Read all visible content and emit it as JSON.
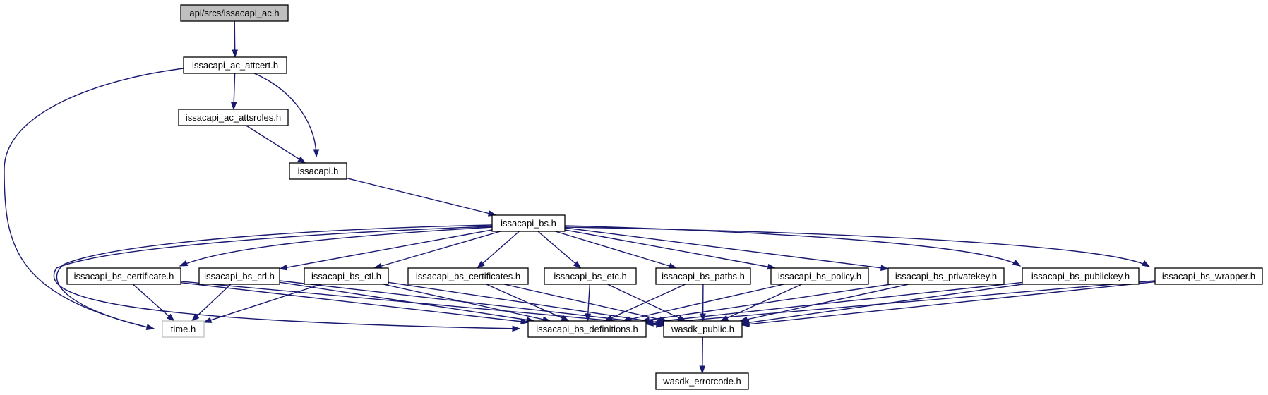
{
  "nodes": {
    "root": "api/srcs/issacapi_ac.h",
    "attcert": "issacapi_ac_attcert.h",
    "attsroles": "issacapi_ac_attsroles.h",
    "issacapi": "issacapi.h",
    "bs": "issacapi_bs.h",
    "bs_certificate": "issacapi_bs_certificate.h",
    "bs_crl": "issacapi_bs_crl.h",
    "bs_ctl": "issacapi_bs_ctl.h",
    "bs_certificates": "issacapi_bs_certificates.h",
    "bs_etc": "issacapi_bs_etc.h",
    "bs_paths": "issacapi_bs_paths.h",
    "bs_policy": "issacapi_bs_policy.h",
    "bs_privatekey": "issacapi_bs_privatekey.h",
    "bs_publickey": "issacapi_bs_publickey.h",
    "bs_wrapper": "issacapi_bs_wrapper.h",
    "time": "time.h",
    "bs_definitions": "issacapi_bs_definitions.h",
    "wasdk_public": "wasdk_public.h",
    "wasdk_errorcode": "wasdk_errorcode.h"
  },
  "edges": [
    [
      "root",
      "attcert"
    ],
    [
      "attcert",
      "attsroles"
    ],
    [
      "attcert",
      "issacapi"
    ],
    [
      "attcert",
      "time"
    ],
    [
      "attsroles",
      "issacapi"
    ],
    [
      "issacapi",
      "bs"
    ],
    [
      "bs",
      "bs_certificate"
    ],
    [
      "bs",
      "bs_crl"
    ],
    [
      "bs",
      "bs_ctl"
    ],
    [
      "bs",
      "bs_certificates"
    ],
    [
      "bs",
      "bs_etc"
    ],
    [
      "bs",
      "bs_paths"
    ],
    [
      "bs",
      "bs_policy"
    ],
    [
      "bs",
      "bs_privatekey"
    ],
    [
      "bs",
      "bs_publickey"
    ],
    [
      "bs",
      "bs_wrapper"
    ],
    [
      "bs",
      "time"
    ],
    [
      "bs",
      "bs_definitions"
    ],
    [
      "bs_certificate",
      "time"
    ],
    [
      "bs_certificate",
      "bs_definitions"
    ],
    [
      "bs_certificate",
      "wasdk_public"
    ],
    [
      "bs_crl",
      "time"
    ],
    [
      "bs_crl",
      "bs_definitions"
    ],
    [
      "bs_crl",
      "wasdk_public"
    ],
    [
      "bs_ctl",
      "time"
    ],
    [
      "bs_ctl",
      "bs_definitions"
    ],
    [
      "bs_ctl",
      "wasdk_public"
    ],
    [
      "bs_certificates",
      "bs_definitions"
    ],
    [
      "bs_certificates",
      "wasdk_public"
    ],
    [
      "bs_etc",
      "bs_definitions"
    ],
    [
      "bs_etc",
      "wasdk_public"
    ],
    [
      "bs_paths",
      "bs_definitions"
    ],
    [
      "bs_paths",
      "wasdk_public"
    ],
    [
      "bs_policy",
      "bs_definitions"
    ],
    [
      "bs_policy",
      "wasdk_public"
    ],
    [
      "bs_privatekey",
      "bs_definitions"
    ],
    [
      "bs_privatekey",
      "wasdk_public"
    ],
    [
      "bs_publickey",
      "bs_definitions"
    ],
    [
      "bs_publickey",
      "wasdk_public"
    ],
    [
      "bs_wrapper",
      "bs_definitions"
    ],
    [
      "bs_wrapper",
      "wasdk_public"
    ],
    [
      "wasdk_public",
      "wasdk_errorcode"
    ]
  ],
  "colors": {
    "edge": "#191970",
    "root_fill": "#bfbfbf",
    "external_border": "#bfbfbf",
    "node_border": "#000000"
  }
}
